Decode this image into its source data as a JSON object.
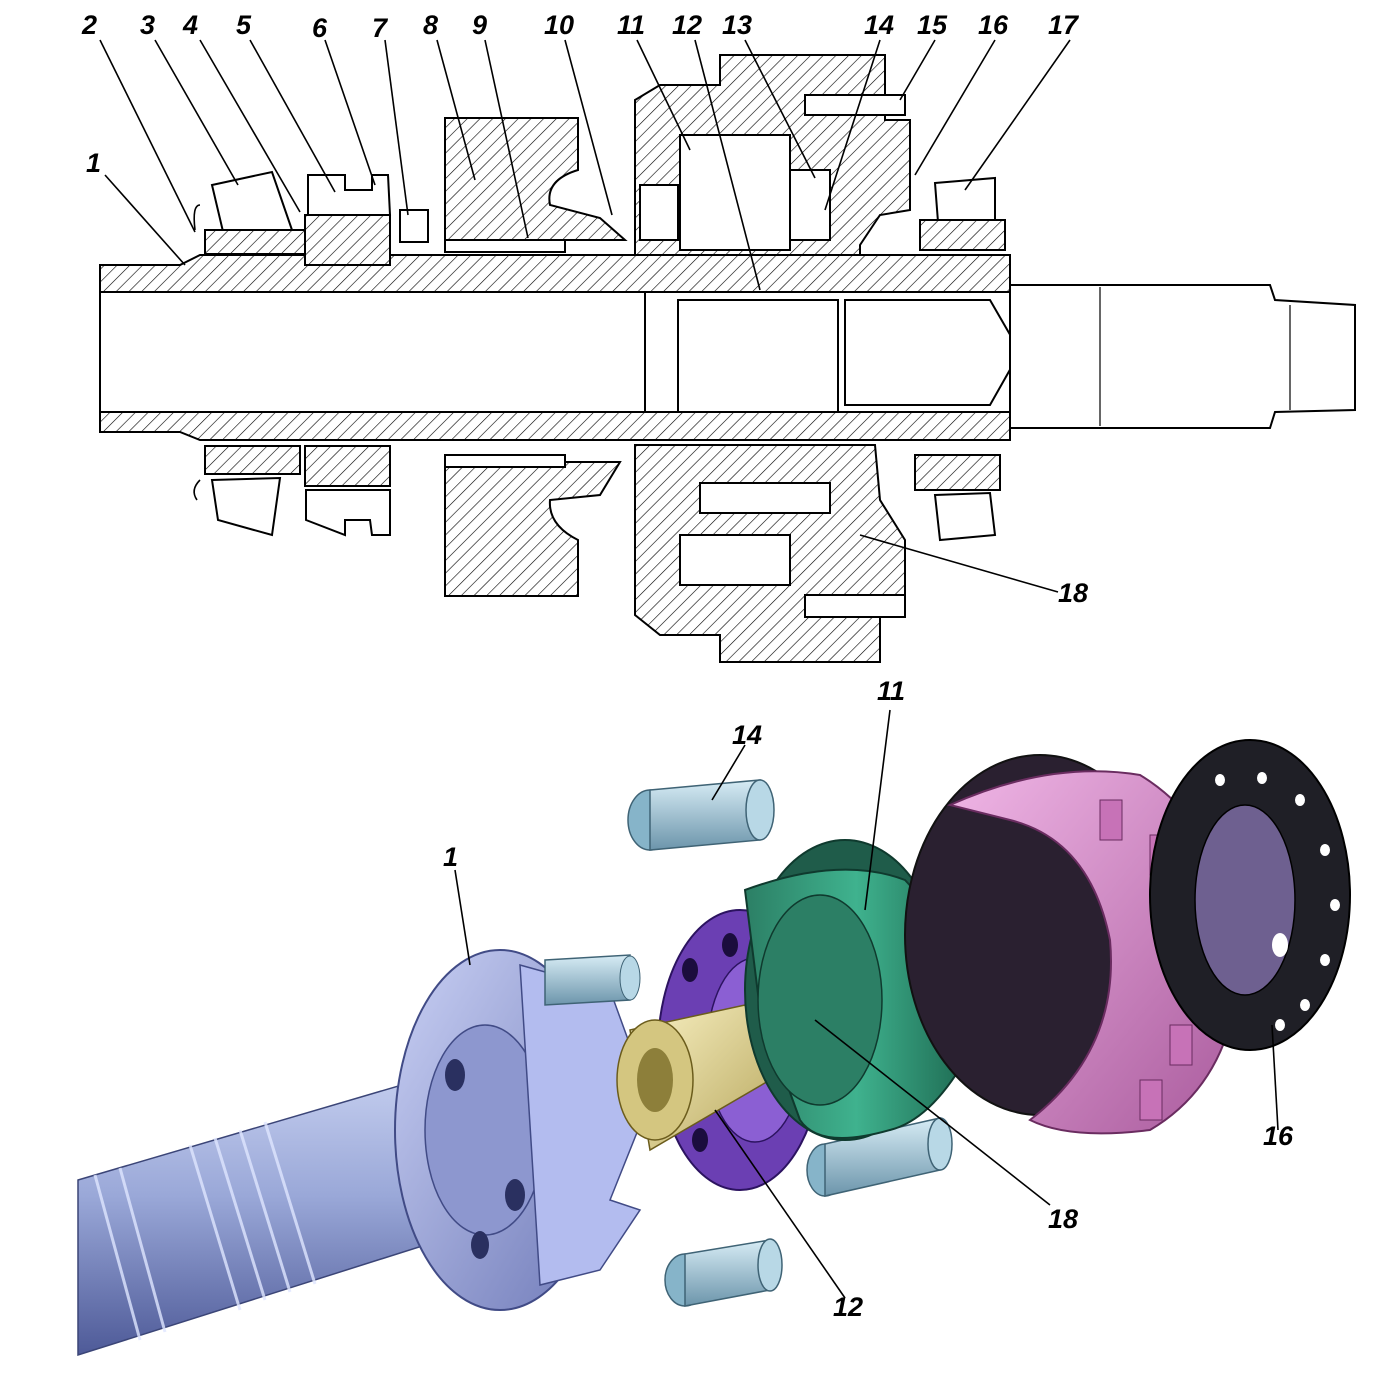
{
  "section_callouts": [
    "1",
    "2",
    "3",
    "4",
    "5",
    "6",
    "7",
    "8",
    "9",
    "10",
    "11",
    "12",
    "13",
    "14",
    "15",
    "16",
    "17",
    "18"
  ],
  "exploded_callouts": [
    "14",
    "11",
    "1",
    "16",
    "18",
    "12"
  ],
  "colors": {
    "shaft": "#9aa8d8",
    "shaft_dark": "#5d6aa8",
    "hub": "#a9b4e6",
    "sun_gear": "#e7dca0",
    "carrier": "#6b3fb3",
    "ring_band": "#2f9a7a",
    "ring_gear": "#d58ac9",
    "flange": "#1f1f26",
    "planet": "#9fc3d6"
  }
}
